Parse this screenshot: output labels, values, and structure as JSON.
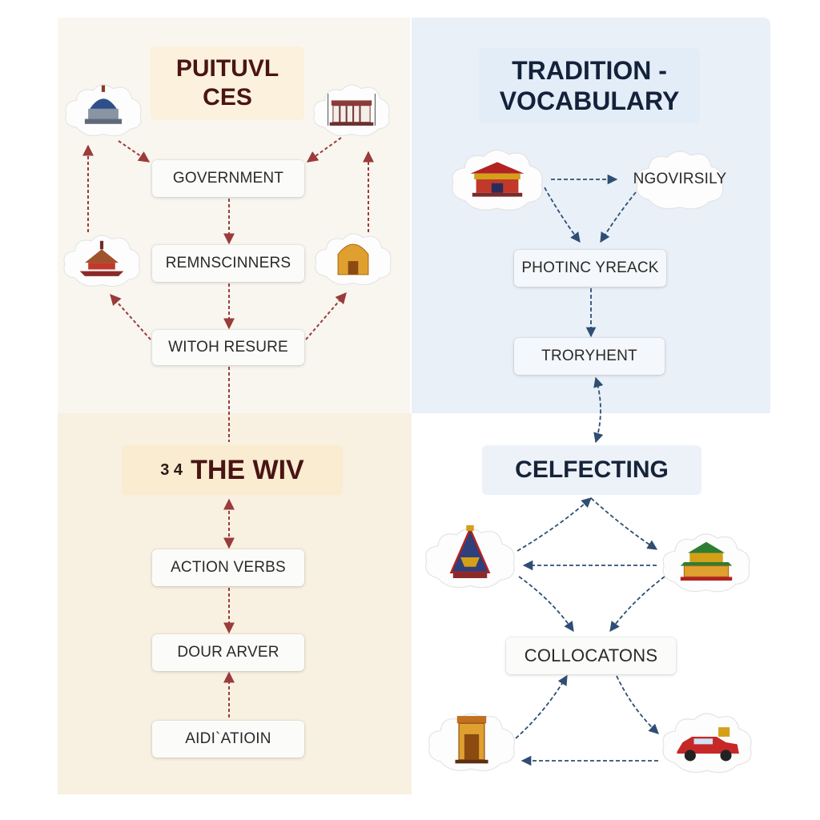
{
  "colors": {
    "red_arrow": "#9b3b3b",
    "blue_arrow": "#2e4e74"
  },
  "panels": {
    "top_left": {
      "title": [
        "PUITUVL",
        "CES"
      ],
      "nodes": [
        "GOVERNMENT",
        "REMNSCINNERS",
        "WITOH RESURE"
      ],
      "icons": [
        "capitol-dome-icon",
        "government-building-icon",
        "pagoda-temple-icon",
        "golden-shrine-icon"
      ]
    },
    "top_right": {
      "title": [
        "TRADITION -",
        "VOCABULARY"
      ],
      "nodes": [
        "NGOVIRSILY",
        "PHOTINC YREACK",
        "TRORYHENT"
      ],
      "icons": [
        "temple-palace-icon"
      ]
    },
    "bottom_left": {
      "title_number": "3 4",
      "title": "THE WIV",
      "nodes": [
        "ACTION VERBS",
        "DOUR ARVER",
        "AIDI`ATIOIN"
      ]
    },
    "bottom_right": {
      "title": "CELFECTING",
      "nodes": [
        "COLLOCATONS"
      ],
      "icons": [
        "ornate-pagoda-icon",
        "golden-temple-icon",
        "tower-gate-icon",
        "red-car-icon"
      ]
    }
  }
}
